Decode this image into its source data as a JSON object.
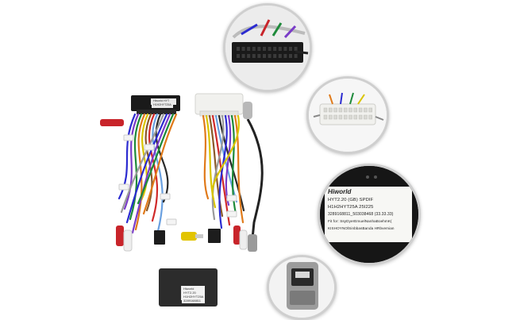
{
  "product_label": {
    "brand": "Hiworld",
    "lines": [
      "HYT2.20   (GB)  SPDIF",
      "H1H2HYT25A    25I225",
      "3289168811_503038468 (33.33.33)",
      "Fit for:  SsyDyerEmuelNanhaBoehmK(",
      "KISHOYNOlSinbbasBanda HRbvemian"
    ]
  },
  "module_label": {
    "lines": [
      "Hiworld",
      "HYT2.20",
      "H1H2HYT25A",
      "3289168811"
    ]
  },
  "connector_label": {
    "lines": [
      "Hiworld HYT",
      "H1H2HYT25A"
    ]
  },
  "colors": {
    "background": "#ffffff",
    "circle_border": "#cfcfcf",
    "connector_black": "#1a1a1a",
    "connector_white": "#f1f1ee",
    "rca_red": "#c8242a",
    "rca_yellow": "#e2c400",
    "wire_colors": [
      "#2b2bd0",
      "#7a3cc8",
      "#1e8a3a",
      "#e07a1a",
      "#d9c400",
      "#8a5a2a",
      "#d02a2a",
      "#6aa0e0",
      "#2a2a2a",
      "#9a9a9a"
    ]
  }
}
